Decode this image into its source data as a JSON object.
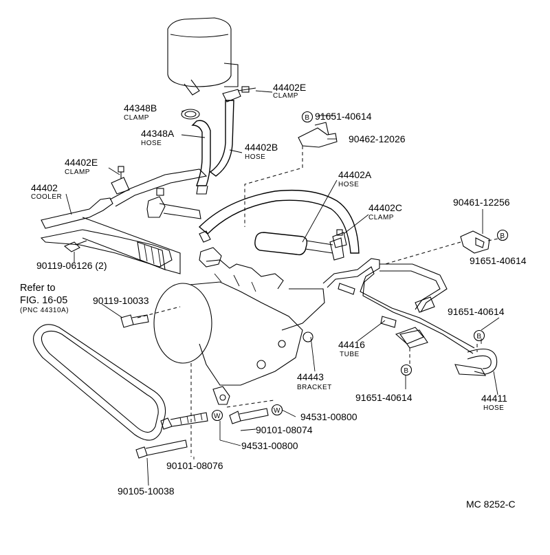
{
  "labels": {
    "p44402E_top": {
      "num": "44402E",
      "name": "CLAMP"
    },
    "p44348B": {
      "num": "44348B",
      "name": "CLAMP"
    },
    "p44348A": {
      "num": "44348A",
      "name": "HOSE"
    },
    "p44402B": {
      "num": "44402B",
      "name": "HOSE"
    },
    "p44402E_left": {
      "num": "44402E",
      "name": "CLAMP"
    },
    "p44402": {
      "num": "44402",
      "name": "COOLER"
    },
    "p44402A": {
      "num": "44402A",
      "name": "HOSE"
    },
    "p44402C": {
      "num": "44402C",
      "name": "CLAMP"
    },
    "p44416": {
      "num": "44416",
      "name": "TUBE"
    },
    "p44443": {
      "num": "44443",
      "name": "BRACKET"
    },
    "p44411": {
      "num": "44411",
      "name": "HOSE"
    },
    "b91651_top": "91651-40614",
    "b90462": "90462-12026",
    "b90461": "90461-12256",
    "b91651_right1": "91651-40614",
    "b91651_right2": "91651-40614",
    "b91651_bottom": "91651-40614",
    "b90119_06126": "90119-06126 (2)",
    "b90119_10033": "90119-10033",
    "w94531_right": "94531-00800",
    "b90101_08074": "90101-08074",
    "w94531_left": "94531-00800",
    "b90101_08076": "90101-08076",
    "b90105": "90105-10038",
    "refer_line1": "Refer to",
    "refer_line2": "FIG. 16-05",
    "refer_line3": "(PNC 44310A)",
    "marker_b": "B",
    "marker_w": "W",
    "figure_code": "MC  8252-C"
  }
}
